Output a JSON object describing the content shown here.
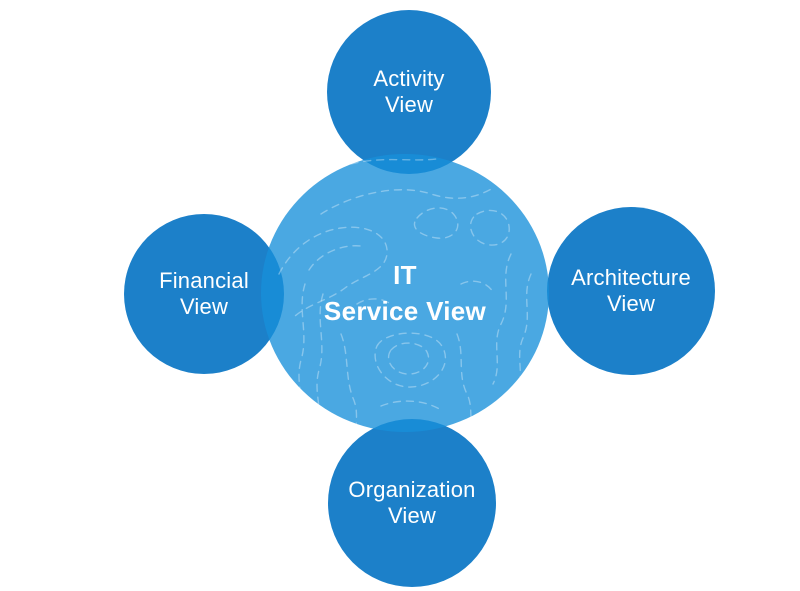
{
  "center": {
    "label": "IT\nService View"
  },
  "nodes": [
    {
      "id": "activity",
      "label": "Activity\nView"
    },
    {
      "id": "financial",
      "label": "Financial\nView"
    },
    {
      "id": "architecture",
      "label": "Architecture\nView"
    },
    {
      "id": "organization",
      "label": "Organization\nView"
    }
  ],
  "colors": {
    "node-color": "#1C80C9",
    "center-color-over-white": "#4AA8E2",
    "center-fill": "rgba(23,144,218,0.78)",
    "label-color": "#FFFFFF",
    "contour-color": "#FFFFFF",
    "background-color": "#FFFFFF"
  }
}
